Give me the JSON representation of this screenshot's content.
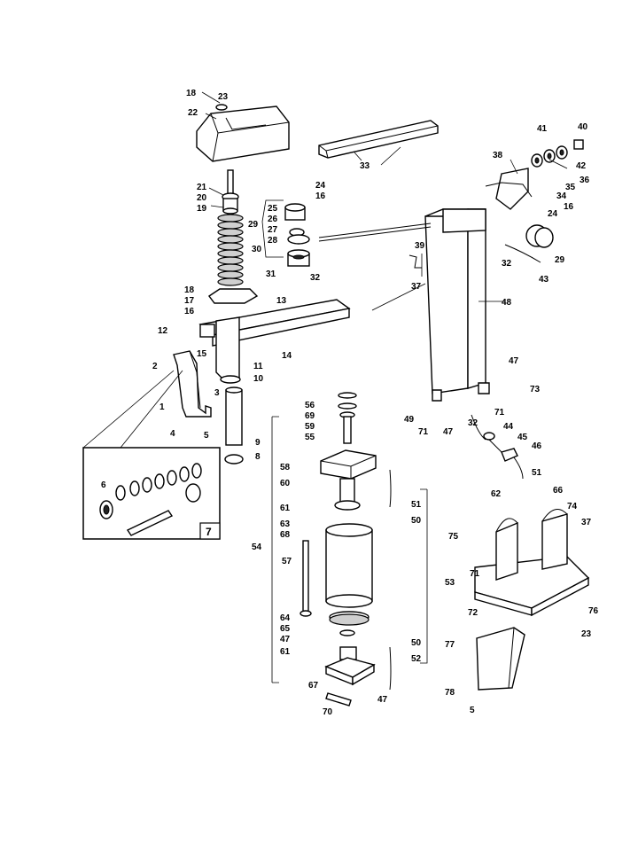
{
  "diagram": {
    "callouts": [
      {
        "id": "c18a",
        "text": "18"
      },
      {
        "id": "c23a",
        "text": "23"
      },
      {
        "id": "c22",
        "text": "22"
      },
      {
        "id": "c33",
        "text": "33"
      },
      {
        "id": "c21",
        "text": "21"
      },
      {
        "id": "c20",
        "text": "20"
      },
      {
        "id": "c19",
        "text": "19"
      },
      {
        "id": "c24a",
        "text": "24"
      },
      {
        "id": "c16a",
        "text": "16"
      },
      {
        "id": "c25",
        "text": "25"
      },
      {
        "id": "c29a",
        "text": "29"
      },
      {
        "id": "c26",
        "text": "26"
      },
      {
        "id": "c27",
        "text": "27"
      },
      {
        "id": "c28",
        "text": "28"
      },
      {
        "id": "c30",
        "text": "30"
      },
      {
        "id": "c31",
        "text": "31"
      },
      {
        "id": "c32a",
        "text": "32"
      },
      {
        "id": "c13",
        "text": "13"
      },
      {
        "id": "c18b",
        "text": "18"
      },
      {
        "id": "c17",
        "text": "17"
      },
      {
        "id": "c16b",
        "text": "16"
      },
      {
        "id": "c12",
        "text": "12"
      },
      {
        "id": "c15",
        "text": "15"
      },
      {
        "id": "c11",
        "text": "11"
      },
      {
        "id": "c14",
        "text": "14"
      },
      {
        "id": "c2",
        "text": "2"
      },
      {
        "id": "c3",
        "text": "3"
      },
      {
        "id": "c10",
        "text": "10"
      },
      {
        "id": "c1",
        "text": "1"
      },
      {
        "id": "c4",
        "text": "4"
      },
      {
        "id": "c5a",
        "text": "5"
      },
      {
        "id": "c9",
        "text": "9"
      },
      {
        "id": "c8",
        "text": "8"
      },
      {
        "id": "c6",
        "text": "6"
      },
      {
        "id": "c41",
        "text": "41"
      },
      {
        "id": "c40",
        "text": "40"
      },
      {
        "id": "c38",
        "text": "38"
      },
      {
        "id": "c42",
        "text": "42"
      },
      {
        "id": "c36",
        "text": "36"
      },
      {
        "id": "c35",
        "text": "35"
      },
      {
        "id": "c34",
        "text": "34"
      },
      {
        "id": "c24b",
        "text": "24"
      },
      {
        "id": "c16c",
        "text": "16"
      },
      {
        "id": "c39",
        "text": "39"
      },
      {
        "id": "c29b",
        "text": "29"
      },
      {
        "id": "c32b",
        "text": "32"
      },
      {
        "id": "c43",
        "text": "43"
      },
      {
        "id": "c37a",
        "text": "37"
      },
      {
        "id": "c48",
        "text": "48"
      },
      {
        "id": "c47a",
        "text": "47"
      },
      {
        "id": "c73",
        "text": "73"
      },
      {
        "id": "c49",
        "text": "49"
      },
      {
        "id": "c71a",
        "text": "71"
      },
      {
        "id": "c47b",
        "text": "47"
      },
      {
        "id": "c71b",
        "text": "71"
      },
      {
        "id": "c32c",
        "text": "32"
      },
      {
        "id": "c44",
        "text": "44"
      },
      {
        "id": "c45",
        "text": "45"
      },
      {
        "id": "c46",
        "text": "46"
      },
      {
        "id": "c51a",
        "text": "51"
      },
      {
        "id": "c56",
        "text": "56"
      },
      {
        "id": "c69",
        "text": "69"
      },
      {
        "id": "c59",
        "text": "59"
      },
      {
        "id": "c55",
        "text": "55"
      },
      {
        "id": "c58",
        "text": "58"
      },
      {
        "id": "c60",
        "text": "60"
      },
      {
        "id": "c61a",
        "text": "61"
      },
      {
        "id": "c63",
        "text": "63"
      },
      {
        "id": "c68",
        "text": "68"
      },
      {
        "id": "c54",
        "text": "54"
      },
      {
        "id": "c57",
        "text": "57"
      },
      {
        "id": "c51b",
        "text": "51"
      },
      {
        "id": "c50a",
        "text": "50"
      },
      {
        "id": "c53",
        "text": "53"
      },
      {
        "id": "c64",
        "text": "64"
      },
      {
        "id": "c65",
        "text": "65"
      },
      {
        "id": "c47c",
        "text": "47"
      },
      {
        "id": "c61b",
        "text": "61"
      },
      {
        "id": "c50b",
        "text": "50"
      },
      {
        "id": "c52",
        "text": "52"
      },
      {
        "id": "c67",
        "text": "67"
      },
      {
        "id": "c70",
        "text": "70"
      },
      {
        "id": "c47d",
        "text": "47"
      },
      {
        "id": "c62",
        "text": "62"
      },
      {
        "id": "c66",
        "text": "66"
      },
      {
        "id": "c74",
        "text": "74"
      },
      {
        "id": "c37b",
        "text": "37"
      },
      {
        "id": "c75",
        "text": "75"
      },
      {
        "id": "c71c",
        "text": "71"
      },
      {
        "id": "c72",
        "text": "72"
      },
      {
        "id": "c76",
        "text": "76"
      },
      {
        "id": "c23b",
        "text": "23"
      },
      {
        "id": "c77",
        "text": "77"
      },
      {
        "id": "c78",
        "text": "78"
      },
      {
        "id": "c5b",
        "text": "5"
      }
    ],
    "inset_label": "7"
  }
}
